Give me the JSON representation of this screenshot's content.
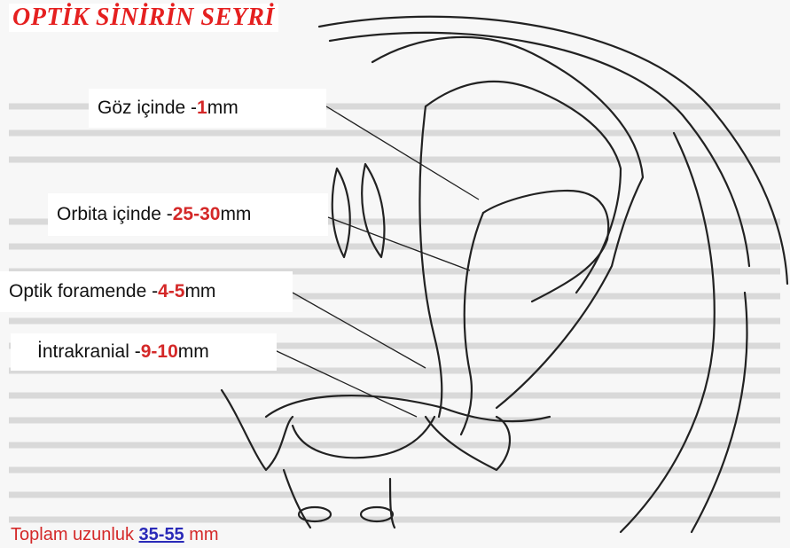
{
  "title": "OPTİK SİNİRİN SEYRİ",
  "labels": [
    {
      "text": "Göz içinde - ",
      "value": "1",
      "unit": " mm"
    },
    {
      "text": "Orbita içinde - ",
      "value": "25-30",
      "unit": " mm"
    },
    {
      "text": "Optik foramende - ",
      "value": "4-5",
      "unit": " mm"
    },
    {
      "text": "İntrakranial - ",
      "value": "9-10",
      "unit": " mm"
    }
  ],
  "total": {
    "text": "Toplam uzunluk ",
    "value": "35-55",
    "unit": " mm"
  },
  "colors": {
    "title": "#e52020",
    "value": "#d42828",
    "total_value": "#2a2ab8"
  }
}
